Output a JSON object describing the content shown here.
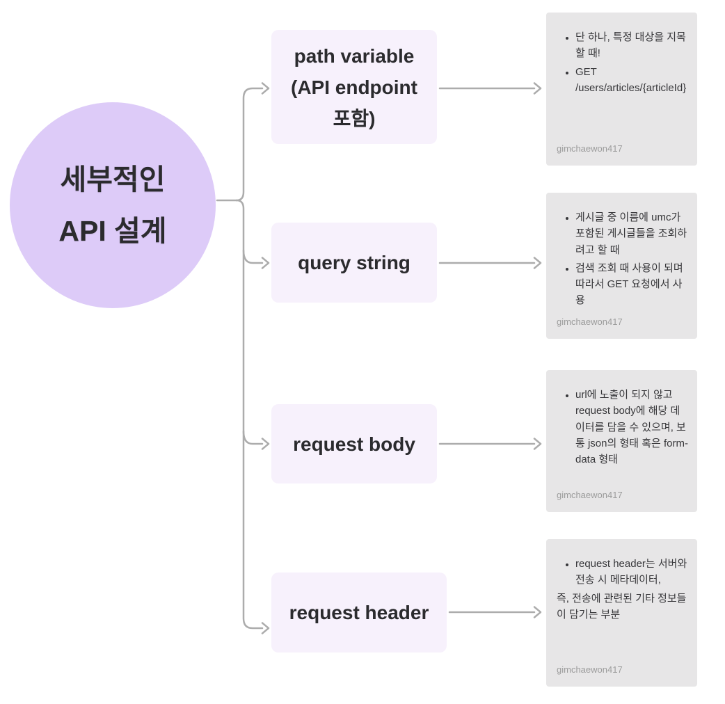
{
  "root": {
    "title": "세부적인\nAPI 설계"
  },
  "branches": [
    {
      "id": "path-variable",
      "label": "path variable\n(API endpoint\n포함)",
      "note": {
        "bullets": [
          "단 하나, 특정 대상을 지목 할 때!",
          "GET /users/articles/{articleId}"
        ],
        "watermark": "gimchaewon417"
      }
    },
    {
      "id": "query-string",
      "label": "query string",
      "note": {
        "bullets": [
          "게시글 중 이름에 umc가 포함된 게시글들을 조회하려고 할 때",
          "검색 조회 때 사용이 되며 따라서 GET 요청에서 사용"
        ],
        "watermark": "gimchaewon417"
      }
    },
    {
      "id": "request-body",
      "label": "request body",
      "note": {
        "bullets": [
          "url에 노출이 되지 않고 request body에 해당 데이터를 담을 수 있으며, 보통 json의 형태 혹은 form-data 형태"
        ],
        "watermark": "gimchaewon417"
      }
    },
    {
      "id": "request-header",
      "label": "request header",
      "note": {
        "bullets": [
          "request header는 서버와 전송 시 메타데이터,"
        ],
        "continuation": "즉, 전송에 관련된 기타 정보들이 담기는 부분",
        "watermark": "gimchaewon417"
      }
    }
  ],
  "colors": {
    "root_fill": "#DDCBF8",
    "topic_fill": "#F7F1FC",
    "note_fill": "#E7E6E7",
    "connector": "#ACACAC",
    "text_dark": "#2B2B2E",
    "note_text": "#37373A",
    "watermark": "#9C9C9C",
    "background": "#FFFFFF"
  }
}
